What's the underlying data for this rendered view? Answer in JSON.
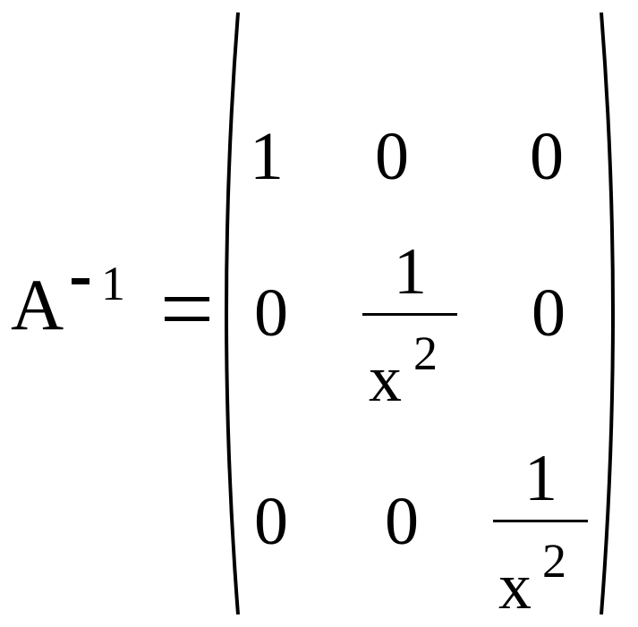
{
  "lhs": {
    "symbol": "A",
    "exponent_sign": "-",
    "exponent_value": "1"
  },
  "operator": "=",
  "matrix": {
    "rows": [
      [
        "1",
        "0",
        "0"
      ],
      [
        "0",
        {
          "numerator": "1",
          "denominator_base": "x",
          "denominator_exponent": "2"
        },
        "0"
      ],
      [
        "0",
        "0",
        {
          "numerator": "1",
          "denominator_base": "x",
          "denominator_exponent": "2"
        }
      ]
    ]
  }
}
